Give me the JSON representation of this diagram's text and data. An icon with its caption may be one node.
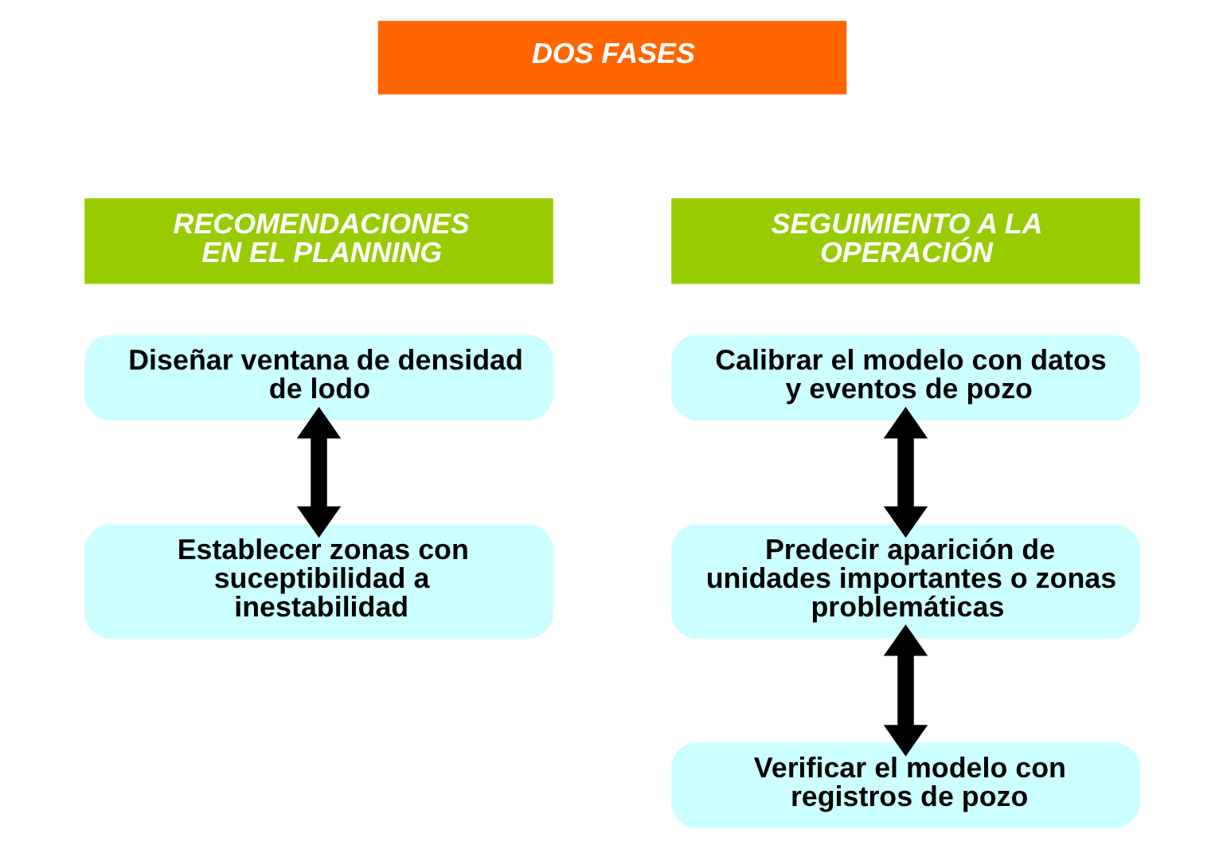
{
  "diagram": {
    "nodes": [
      {
        "text": [
          "DOS FASES"
        ]
      },
      {
        "text": [
          "RECOMENDACIONES EN EL PLANNING"
        ]
      },
      {
        "text": [
          "SEGUIMIENTO A LA OPERACIÓN"
        ]
      },
      {
        "text": [
          "Diseñar ventana de densidad de lodo"
        ]
      },
      {
        "text": [
          "Establecer zonas con suceptibilidad a inestabilidad"
        ]
      },
      {
        "text": [
          "Calibrar el modelo con datos y eventos de pozo"
        ]
      },
      {
        "text": [
          "Predecir aparición de unidades importantes o zonas problemáticas"
        ]
      },
      {
        "text": [
          "Verificar el modelo con registros de pozo"
        ]
      }
    ],
    "edges": [
      {
        "from": 3,
        "to": 4,
        "arrow": "both"
      },
      {
        "from": 5,
        "to": 6,
        "arrow": "both"
      },
      {
        "from": 6,
        "to": 7,
        "arrow": "both"
      }
    ]
  }
}
